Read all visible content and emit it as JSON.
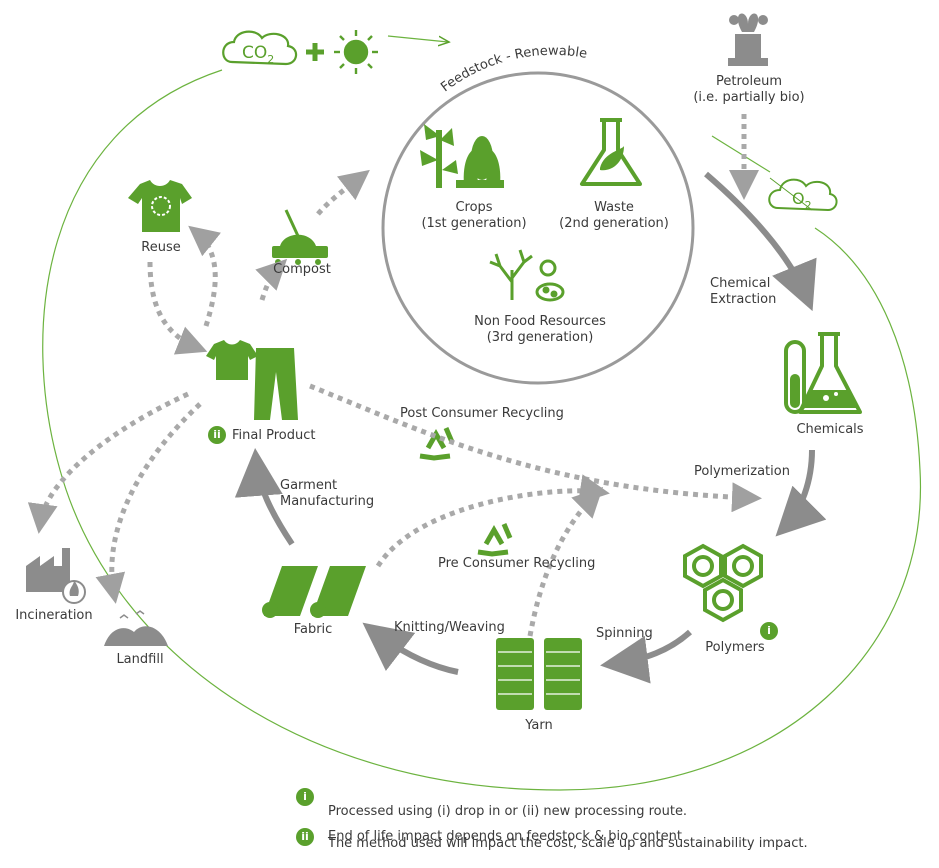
{
  "title_arc": "Feedstock - Renewable",
  "co2": {
    "text": "CO",
    "sub": "2"
  },
  "o2": {
    "text": "O",
    "sub": "2"
  },
  "petroleum": {
    "line1": "Petroleum",
    "line2": "(i.e. partially bio)"
  },
  "feedstock": {
    "crops": {
      "line1": "Crops",
      "line2": "(1st generation)"
    },
    "waste": {
      "line1": "Waste",
      "line2": "(2nd generation)"
    },
    "nonfood": {
      "line1": "Non Food Resources",
      "line2": "(3rd generation)"
    }
  },
  "nodes": {
    "reuse": "Reuse",
    "compost": "Compost",
    "final_product": "Final Product",
    "chemicals": "Chemicals",
    "polymers": "Polymers",
    "yarn": "Yarn",
    "fabric": "Fabric",
    "incineration": "Incineration",
    "landfill": "Landfill"
  },
  "processes": {
    "chemical_extraction": {
      "line1": "Chemical",
      "line2": "Extraction"
    },
    "polymerization": "Polymerization",
    "spinning": "Spinning",
    "knitting_weaving": "Knitting/Weaving",
    "garment_manufacturing": {
      "line1": "Garment",
      "line2": "Manufacturing"
    },
    "post_consumer_recycling": "Post Consumer Recycling",
    "pre_consumer_recycling": "Pre Consumer Recycling"
  },
  "badges": {
    "i": "i",
    "ii": "ii"
  },
  "legend": {
    "item1_line1": "Processed using (i) drop in or (ii) new processing route.",
    "item1_line2": "The method used will impact the cost, scale up and sustainability impact.",
    "item2": "End of life impact depends on feedstock & bio content"
  },
  "colors": {
    "green": "#5aa02c",
    "grey": "#8c8c8c",
    "dark_grey": "#6d6d6d",
    "circle": "#9a9a9a"
  }
}
